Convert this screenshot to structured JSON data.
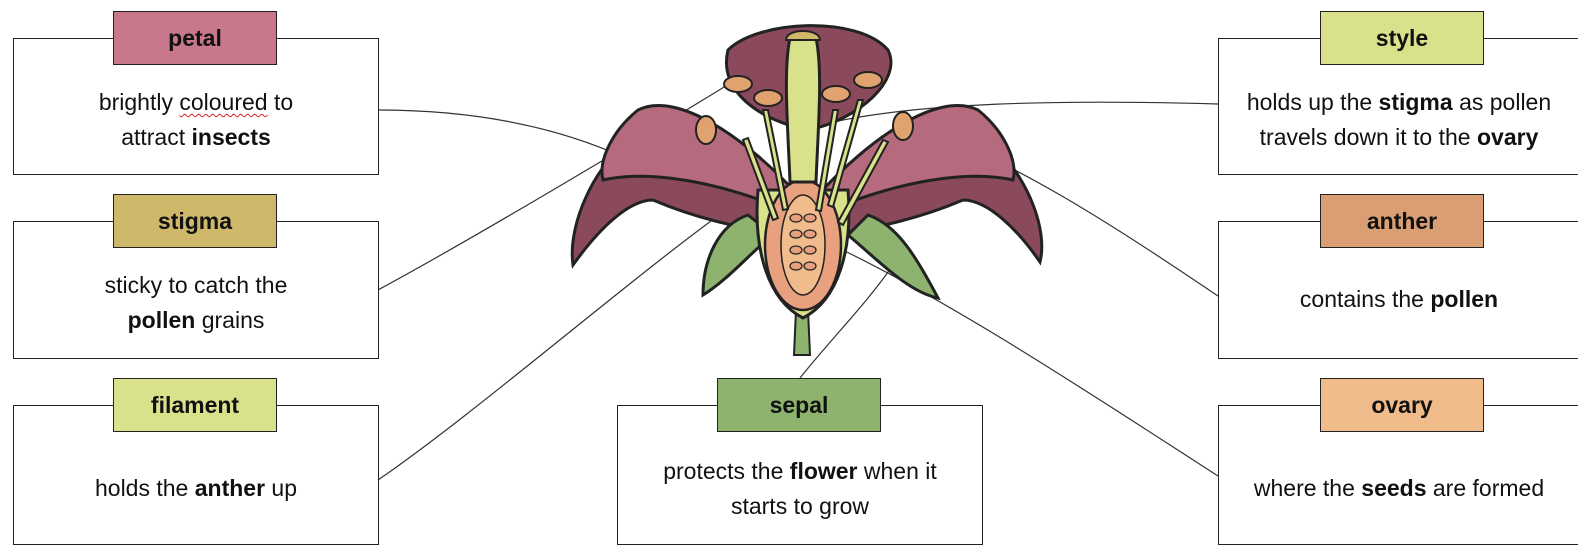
{
  "colors": {
    "petal": "#c9788c",
    "stigma": "#cfb86a",
    "filament": "#d9e18a",
    "sepal": "#8db36e",
    "style": "#d9e18a",
    "anther": "#d99e74",
    "ovary": "#f0bc8c",
    "petal_fill": "#8a4a5c",
    "petal_light": "#b56a7e"
  },
  "labels": {
    "petal": {
      "title": "petal",
      "line1_a": "brightly ",
      "line1_b": "coloured",
      "line1_c": " to",
      "line2_a": "attract ",
      "line2_b": "insects"
    },
    "stigma": {
      "title": "stigma",
      "line1": "sticky to catch the",
      "line2_b": "pollen",
      "line2_c": " grains"
    },
    "filament": {
      "title": "filament",
      "line1_a": "holds the ",
      "line1_b": "anther",
      "line1_c": " up"
    },
    "sepal": {
      "title": "sepal",
      "line1_a": "protects the ",
      "line1_b": "flower",
      "line1_c": " when it",
      "line2": "starts to grow"
    },
    "style": {
      "title": "style",
      "line1_a": "holds up the ",
      "line1_b": "stigma",
      "line1_c": " as pollen",
      "line2_a": "travels down it to the ",
      "line2_b": "ovary"
    },
    "anther": {
      "title": "anther",
      "line1_a": "contains the ",
      "line1_b": "pollen"
    },
    "ovary": {
      "title": "ovary",
      "line1_a": "where the ",
      "line1_b": "seeds",
      "line1_c": " are formed"
    }
  }
}
